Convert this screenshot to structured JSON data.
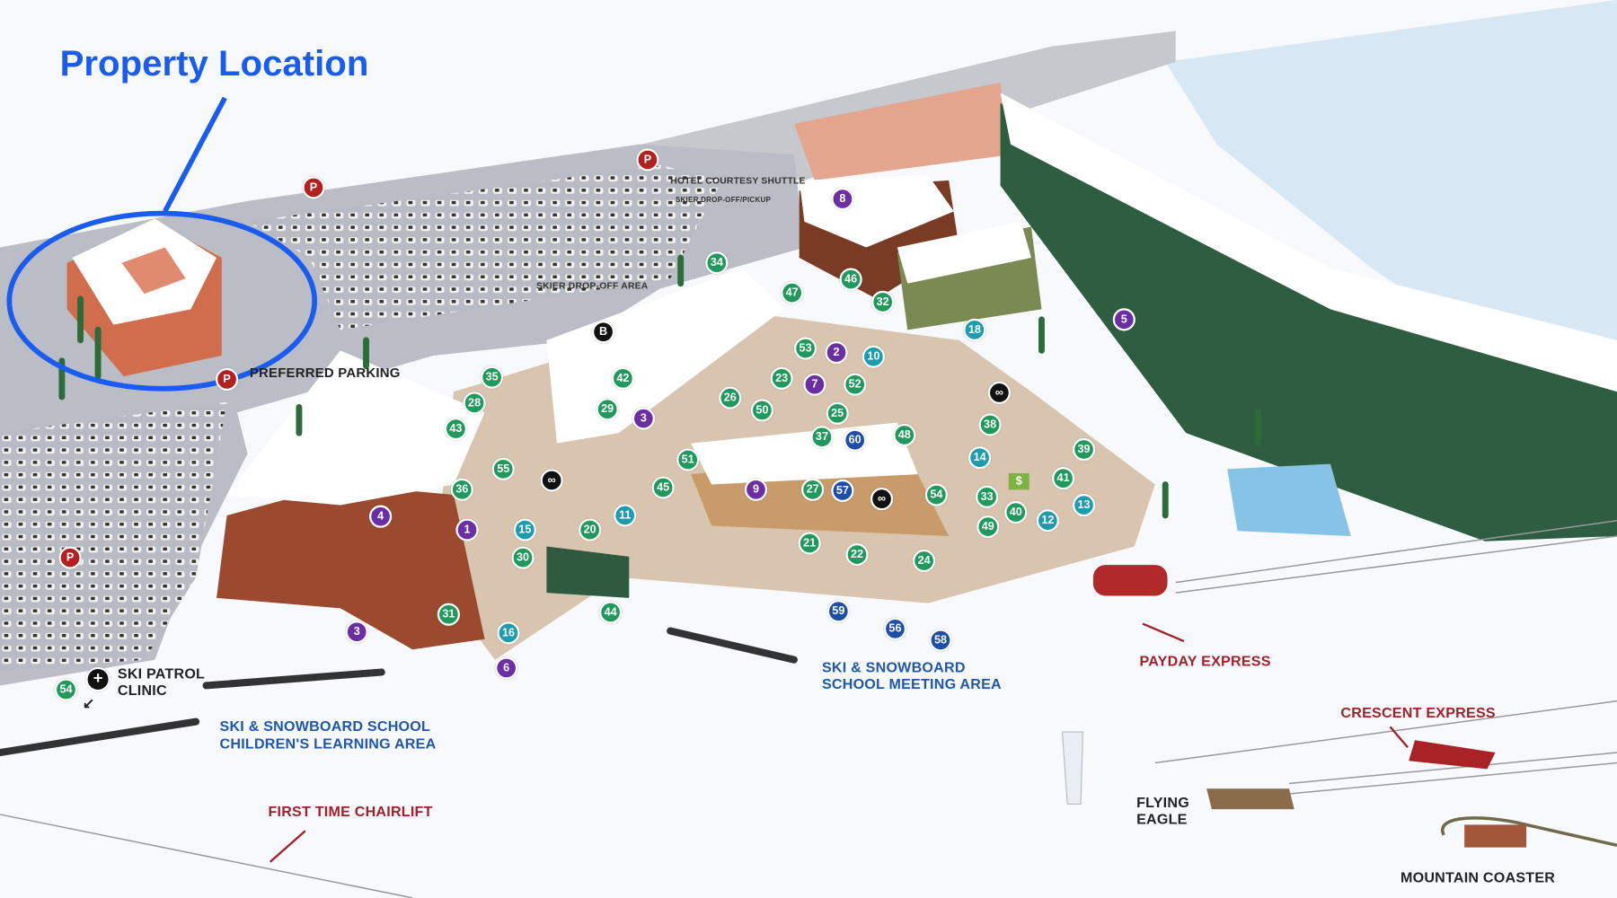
{
  "annotation": {
    "title": "Property Location",
    "color": "#1a5cf0"
  },
  "labels": {
    "preferred_parking": "PREFERRED PARKING",
    "hotel_shuttle": "HOTEL COURTESY SHUTTLE",
    "skier_dropoff_pickup": "SKIER DROP-OFF/PICKUP",
    "skier_dropoff_area": "SKIER DROP-OFF AREA",
    "ski_patrol": "SKI PATROL CLINIC",
    "childrens_area_1": "SKI & SNOWBOARD SCHOOL",
    "childrens_area_2": "CHILDREN'S LEARNING AREA",
    "meeting_area_1": "SKI & SNOWBOARD",
    "meeting_area_2": "SCHOOL MEETING AREA",
    "first_time_chairlift": "FIRST TIME CHAIRLIFT",
    "payday_express": "PAYDAY EXPRESS",
    "crescent_express": "CRESCENT EXPRESS",
    "flying_eagle": "FLYING EAGLE",
    "mountain_coaster": "MOUNTAIN COASTER"
  },
  "symbols": {
    "parking": "P",
    "bus": "B",
    "atm": "$",
    "first_aid": "+"
  },
  "markers": {
    "m34": "34",
    "m47": "47",
    "m46": "46",
    "m32": "32",
    "m8": "8",
    "m18": "18",
    "m10": "10",
    "m2": "2",
    "m53": "53",
    "m7": "7",
    "m52": "52",
    "m23": "23",
    "m26": "26",
    "m50": "50",
    "m25": "25",
    "m37": "37",
    "m60": "60",
    "m48": "48",
    "m35": "35",
    "m28": "28",
    "m42": "42",
    "m29": "29",
    "m3a": "3",
    "m43": "43",
    "m55": "55",
    "m51": "51",
    "m45": "45",
    "m36": "36",
    "m9": "9",
    "m27": "27",
    "m57": "57",
    "m54a": "54",
    "m4": "4",
    "m1": "1",
    "m15": "15",
    "m11": "11",
    "m20": "20",
    "m30": "30",
    "m21": "21",
    "m22": "22",
    "m24": "24",
    "m31": "31",
    "m44": "44",
    "m16": "16",
    "m3b": "3",
    "m6": "6",
    "m54b": "54",
    "m59": "59",
    "m56": "56",
    "m58": "58",
    "m5": "5",
    "m38": "38",
    "m14": "14",
    "m39": "39",
    "m41": "41",
    "m33": "33",
    "m13": "13",
    "m40": "40",
    "m12": "12",
    "m49": "49"
  },
  "colors": {
    "green": "#1f9a5c",
    "purple": "#6b2fa3",
    "teal": "#1c9cae",
    "navy": "#1d4ea8",
    "parking_red": "#b3201f"
  }
}
